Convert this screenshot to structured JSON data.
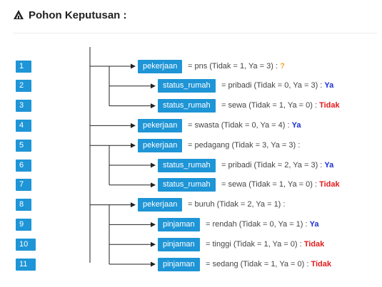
{
  "page": {
    "title": "Pohon Keputusan :",
    "colors": {
      "accent": "#1e95d6",
      "ya": "#1a2fd6",
      "tidak": "#e01b1b",
      "unknown": "#f5a623"
    }
  },
  "rows": [
    {
      "no": "1",
      "level": 1,
      "attr": "pekerjaan",
      "desc": "= pns (Tidak = 1, Ya = 3) :",
      "result": "?",
      "rtype": "q"
    },
    {
      "no": "2",
      "level": 2,
      "attr": "status_rumah",
      "desc": "= pribadi (Tidak = 0, Ya = 3) :",
      "result": "Ya",
      "rtype": "ya"
    },
    {
      "no": "3",
      "level": 2,
      "attr": "status_rumah",
      "desc": "= sewa (Tidak = 1, Ya = 0) :",
      "result": "Tidak",
      "rtype": "tidak"
    },
    {
      "no": "4",
      "level": 1,
      "attr": "pekerjaan",
      "desc": "= swasta (Tidak = 0, Ya = 4) :",
      "result": "Ya",
      "rtype": "ya"
    },
    {
      "no": "5",
      "level": 1,
      "attr": "pekerjaan",
      "desc": "= pedagang (Tidak = 3, Ya = 3) :",
      "result": "",
      "rtype": ""
    },
    {
      "no": "6",
      "level": 2,
      "attr": "status_rumah",
      "desc": "= pribadi (Tidak = 2, Ya = 3) :",
      "result": "Ya",
      "rtype": "ya"
    },
    {
      "no": "7",
      "level": 2,
      "attr": "status_rumah",
      "desc": "= sewa (Tidak = 1, Ya = 0) :",
      "result": "Tidak",
      "rtype": "tidak"
    },
    {
      "no": "8",
      "level": 1,
      "attr": "pekerjaan",
      "desc": "= buruh (Tidak = 2, Ya = 1) :",
      "result": "",
      "rtype": ""
    },
    {
      "no": "9",
      "level": 2,
      "attr": "pinjaman",
      "desc": "= rendah (Tidak = 0, Ya = 1) :",
      "result": "Ya",
      "rtype": "ya"
    },
    {
      "no": "10",
      "level": 2,
      "attr": "pinjaman",
      "desc": "= tinggi (Tidak = 1, Ya = 0) :",
      "result": "Tidak",
      "rtype": "tidak"
    },
    {
      "no": "11",
      "level": 2,
      "attr": "pinjaman",
      "desc": "= sedang (Tidak = 1, Ya = 0) :",
      "result": "Tidak",
      "rtype": "tidak"
    }
  ]
}
